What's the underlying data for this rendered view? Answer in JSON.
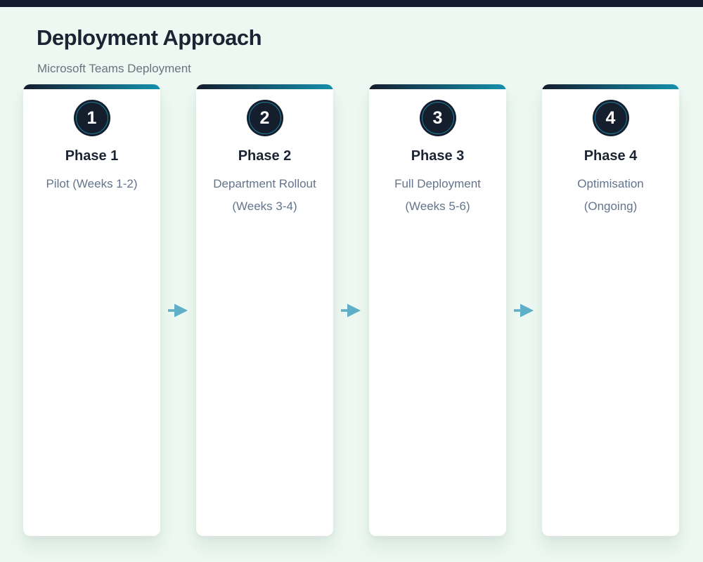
{
  "page": {
    "title": "Deployment Approach",
    "subtitle": "Microsoft Teams Deployment"
  },
  "colors": {
    "background": "#ecf8f1",
    "top_bar": "#141c2c",
    "card_accent_gradient_start": "#141c2c",
    "card_accent_gradient_end": "#1590ac",
    "badge_background": "#151e2c",
    "badge_ring": "#1d7f9d",
    "heading_text": "#1b2433",
    "muted_text": "#64748b",
    "arrow": "#5fafc9",
    "card_background": "#ffffff"
  },
  "phases": [
    {
      "number": "1",
      "title": "Phase 1",
      "description": "Pilot (Weeks 1-2)"
    },
    {
      "number": "2",
      "title": "Phase 2",
      "description": "Department Rollout (Weeks 3-4)"
    },
    {
      "number": "3",
      "title": "Phase 3",
      "description": "Full Deployment (Weeks 5-6)"
    },
    {
      "number": "4",
      "title": "Phase 4",
      "description": "Optimisation (Ongoing)"
    }
  ]
}
